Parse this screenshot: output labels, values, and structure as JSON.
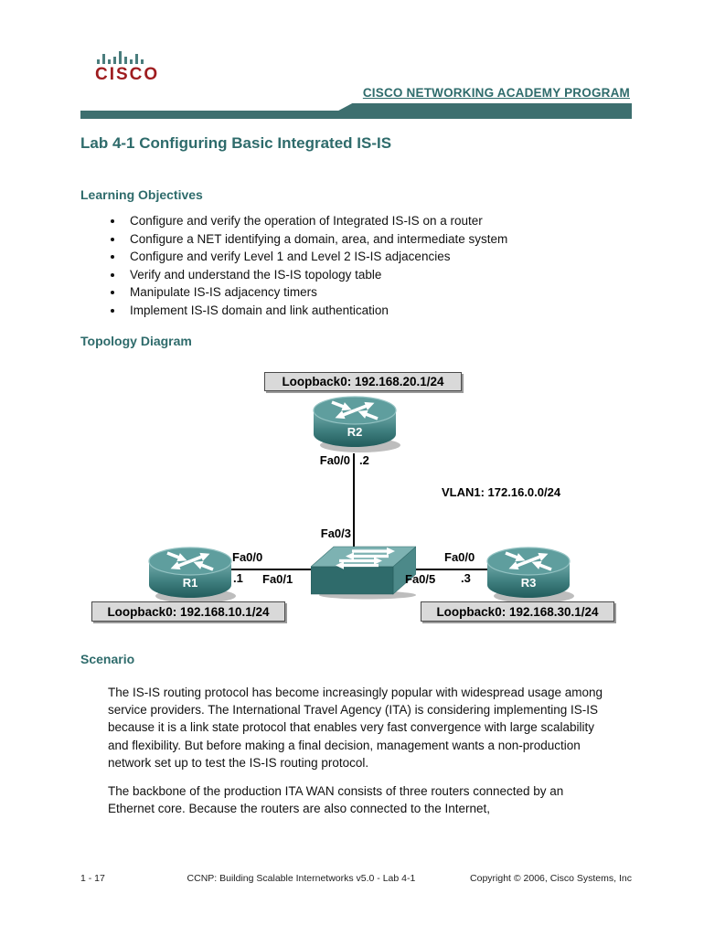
{
  "header": {
    "logo_text": "CISCO",
    "banner": "CISCO NETWORKING ACADEMY PROGRAM"
  },
  "title": "Lab 4-1 Configuring Basic Integrated IS-IS",
  "objectives": {
    "heading": "Learning Objectives",
    "items": [
      "Configure and verify the operation of Integrated IS-IS on a router",
      "Configure a NET identifying a domain, area, and intermediate system",
      "Configure and verify Level 1 and Level 2 IS-IS adjacencies",
      "Verify and understand the IS-IS topology table",
      "Manipulate IS-IS adjacency timers",
      "Implement IS-IS domain and link authentication"
    ]
  },
  "topology": {
    "heading": "Topology Diagram",
    "vlan_label": "VLAN1: 172.16.0.0/24",
    "routers": {
      "r1": "R1",
      "r2": "R2",
      "r3": "R3"
    },
    "loopbacks": {
      "r1": "Loopback0: 192.168.10.1/24",
      "r2": "Loopback0: 192.168.20.1/24",
      "r3": "Loopback0: 192.168.30.1/24"
    },
    "interfaces": {
      "r2_fa": "Fa0/0",
      "r2_ip": ".2",
      "sw_top": "Fa0/3",
      "sw_left": "Fa0/1",
      "sw_right": "Fa0/5",
      "r1_fa": "Fa0/0",
      "r1_ip": ".1",
      "r3_fa": "Fa0/0",
      "r3_ip": ".3"
    }
  },
  "scenario": {
    "heading": "Scenario",
    "paragraphs": [
      "The IS-IS routing protocol has become increasingly popular with widespread usage among service providers. The International Travel Agency (ITA) is considering implementing IS-IS because it is a link state protocol that enables very fast convergence with large scalability and flexibility. But before making a final decision, management wants a non-production network set up to test the IS-IS routing protocol.",
      "The backbone of the production ITA WAN consists of three routers connected by an Ethernet core. Because the routers are also connected to the Internet,"
    ]
  },
  "footer": {
    "left": "1 - 17",
    "center": "CCNP: Building Scalable Internetworks v5.0 - Lab 4-1",
    "right": "Copyright © 2006, Cisco Systems, Inc"
  },
  "colors": {
    "accent_teal": "#2e6b6b",
    "banner_teal": "#3d6f6f",
    "logo_red": "#9e1c1f",
    "logo_bars_teal": "#4a7d7d",
    "router_body_teal": "#4f8d8d",
    "label_box_bg": "#d9d9d9"
  }
}
